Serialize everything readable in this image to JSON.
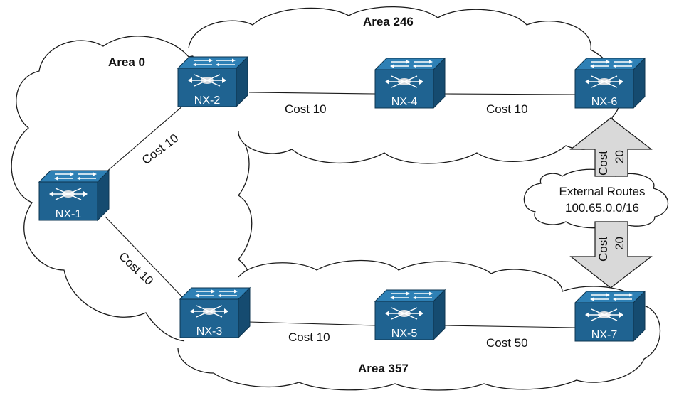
{
  "areas": {
    "area0": "Area 0",
    "area246": "Area 246",
    "area357": "Area 357"
  },
  "switches": {
    "nx1": "NX-1",
    "nx2": "NX-2",
    "nx3": "NX-3",
    "nx4": "NX-4",
    "nx5": "NX-5",
    "nx6": "NX-6",
    "nx7": "NX-7"
  },
  "links": {
    "nx1_nx2": "Cost 10",
    "nx1_nx3": "Cost 10",
    "nx2_nx4": "Cost 10",
    "nx4_nx6": "Cost 10",
    "nx3_nx5": "Cost 10",
    "nx5_nx7": "Cost 50"
  },
  "external": {
    "title": "External Routes",
    "prefix": "100.65.0.0/16",
    "cost_word_top": "Cost",
    "cost_value_top": "20",
    "cost_word_bottom": "Cost",
    "cost_value_bottom": "20"
  },
  "colors": {
    "switch_front": "#1f6391",
    "switch_top": "#2e80b5",
    "switch_side": "#154b70",
    "arrow_fill": "#d9d9d9"
  },
  "icons": {
    "switch": "layer3-switch-icon"
  }
}
